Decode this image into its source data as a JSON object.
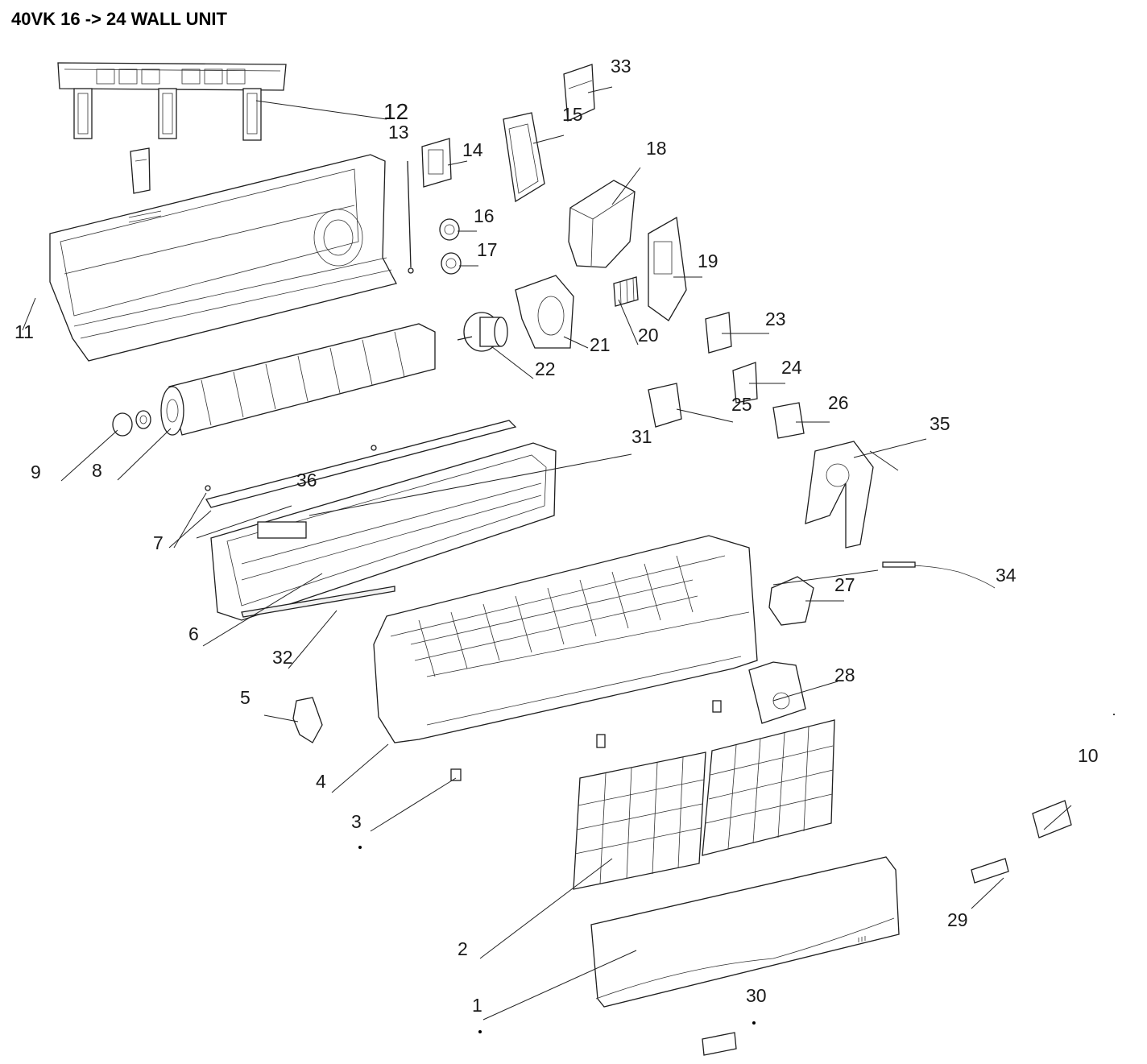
{
  "diagram": {
    "title": "40VK 16 -> 24  WALL UNIT",
    "callouts": [
      "1",
      "2",
      "3",
      "4",
      "5",
      "6",
      "7",
      "8",
      "9",
      "10",
      "11",
      "12",
      "13",
      "14",
      "15",
      "16",
      "17",
      "18",
      "19",
      "20",
      "21",
      "22",
      "23",
      "24",
      "25",
      "26",
      "27",
      "28",
      "29",
      "30",
      "31",
      "32",
      "33",
      "34",
      "35",
      "36"
    ]
  }
}
